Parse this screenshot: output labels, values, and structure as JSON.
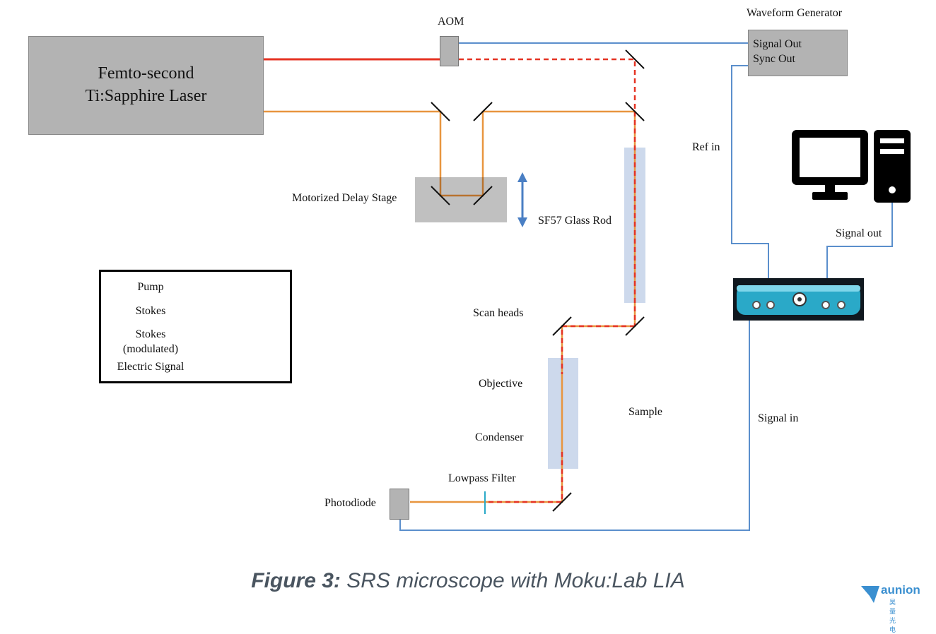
{
  "components": {
    "laser": {
      "line1": "Femto-second",
      "line2": "Ti:Sapphire Laser"
    },
    "aom": "AOM",
    "waveform_generator": {
      "title": "Waveform Generator",
      "signal_out": "Signal Out",
      "sync_out": "Sync Out"
    },
    "delay_stage": "Motorized Delay Stage",
    "glass_rod": "SF57 Glass Rod",
    "scan_heads": "Scan heads",
    "objective": "Objective",
    "sample": "Sample",
    "condenser": "Condenser",
    "lowpass_filter": "Lowpass Filter",
    "photodiode": "Photodiode",
    "ref_in": "Ref in",
    "signal_out": "Signal out",
    "signal_in": "Signal in"
  },
  "legend": {
    "pump": "Pump",
    "stokes": "Stokes",
    "stokes_mod_1": "Stokes",
    "stokes_mod_2": "(modulated)",
    "electric": "Electric Signal"
  },
  "caption": {
    "label": "Figure 3:",
    "text": "SRS microscope with Moku:Lab LIA"
  },
  "watermark": {
    "main": "aunion",
    "sub": "昊量光电"
  },
  "colors": {
    "pump": "#e8953f",
    "stokes": "#e53323",
    "stokes_modulated": "#e53323",
    "electric": "#5b8fcc",
    "component_gray": "#b3b3b3",
    "glass": "#cdd9ec",
    "moku_cyan": "#2aa9c8"
  },
  "icons": [
    "computer-icon",
    "moku-lab-device-icon",
    "mirror-icon",
    "double-arrow-icon",
    "watermark-logo-icon"
  ]
}
